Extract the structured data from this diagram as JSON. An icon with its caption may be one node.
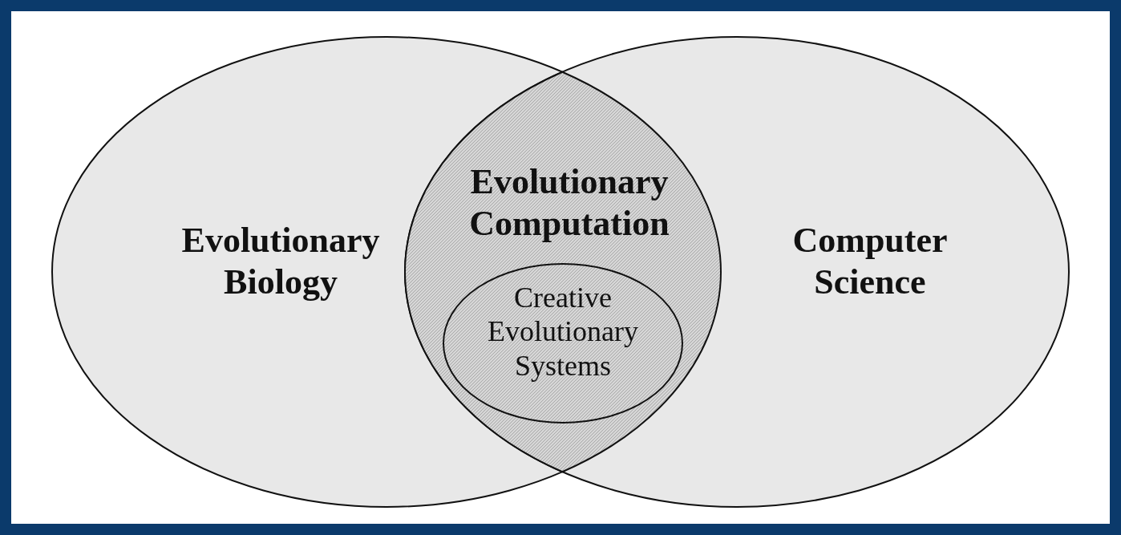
{
  "diagram": {
    "nodes": [
      {
        "text": [
          "Evolutionary Biology"
        ]
      },
      {
        "text": [
          "Computer Science"
        ]
      },
      {
        "text": [
          "Evolutionary Computation"
        ]
      },
      {
        "text": [
          "Creative Evolutionary Systems"
        ],
        "in": 2
      }
    ]
  }
}
